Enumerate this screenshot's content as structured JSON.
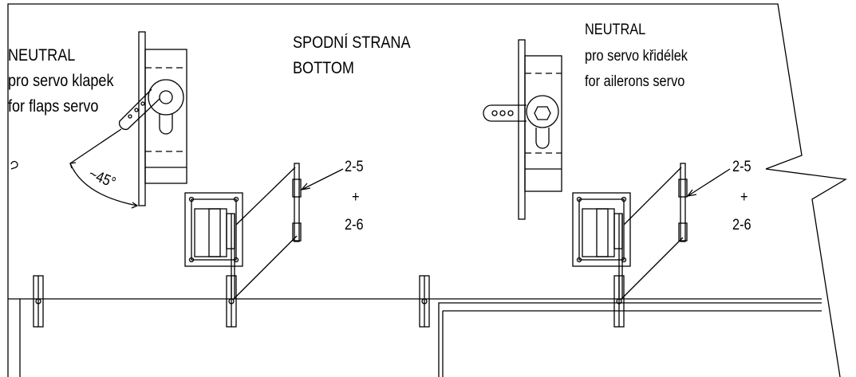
{
  "diagram": {
    "title_cz": "SPODNÍ STRANA",
    "title_en": "BOTTOM",
    "left_note": {
      "line1": "NEUTRAL",
      "line2": "pro servo klapek",
      "line3": "for flaps servo"
    },
    "right_note": {
      "line1": "NEUTRAL",
      "line2": "pro servo křidélek",
      "line3": "for ailerons servo"
    },
    "angle_label": "~45°",
    "part_callout_left": {
      "part_a": "2-5",
      "plus": "+",
      "part_b": "2-6"
    },
    "part_callout_right": {
      "part_a": "2-5",
      "plus": "+",
      "part_b": "2-6"
    }
  }
}
